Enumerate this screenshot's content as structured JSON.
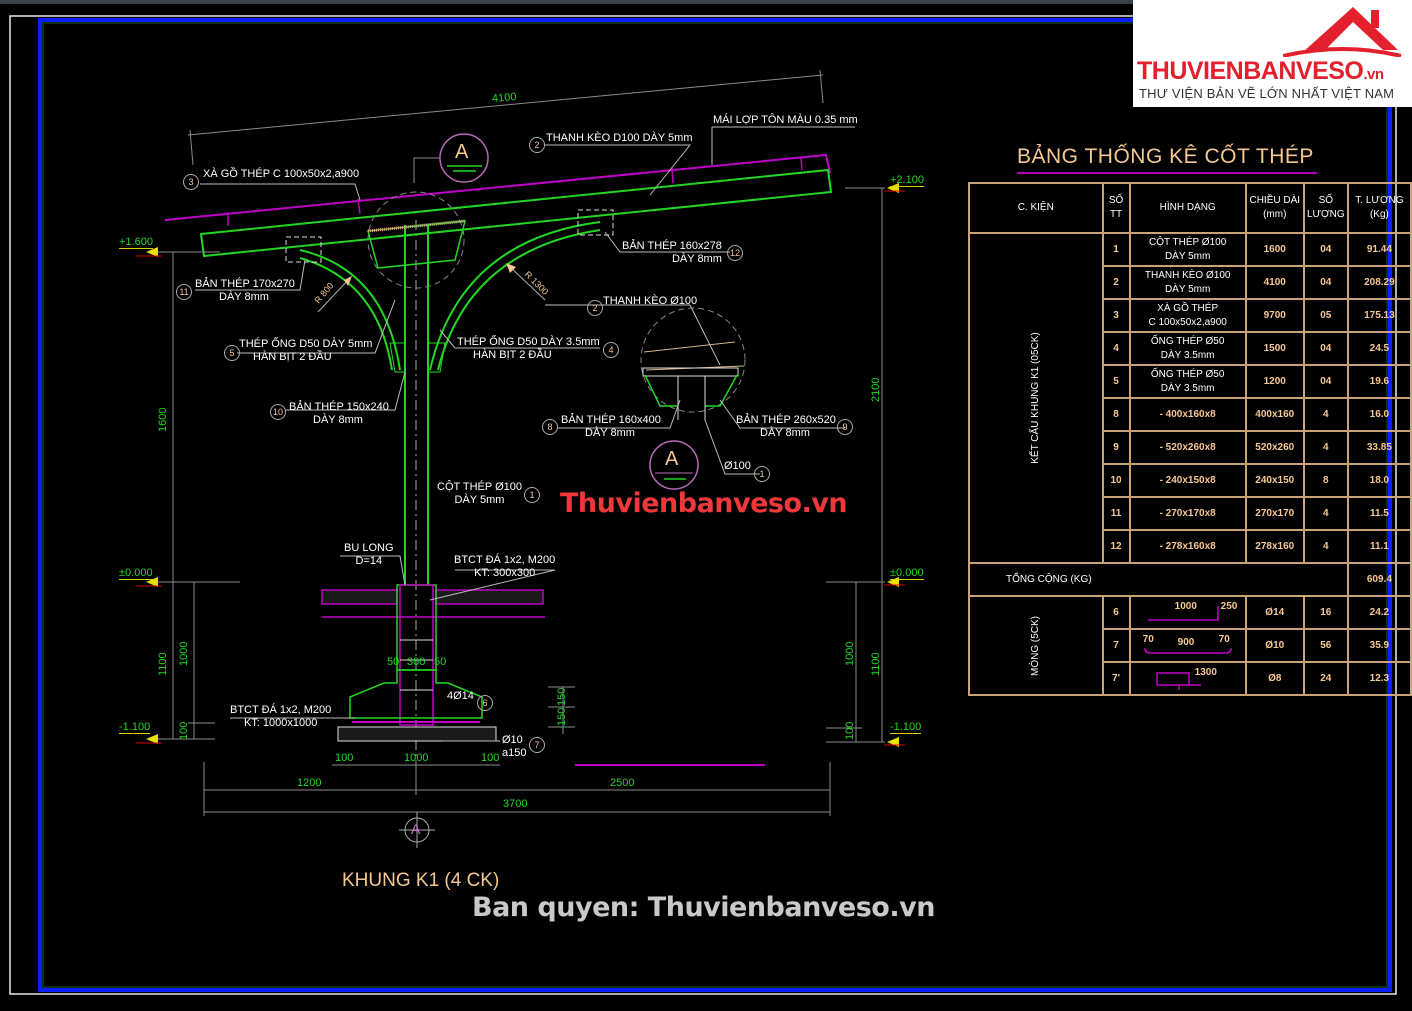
{
  "logo": {
    "brand": "THUVIENBANVESO",
    "brand_suffix": ".vn",
    "tagline": "THƯ VIỆN BẢN VẼ LỚN NHẤT VIỆT NAM",
    "brand_color": "#e5202e"
  },
  "colors": {
    "background": "#000000",
    "frame_blue": "#0a1eff",
    "structure_green": "#22d622",
    "roof_magenta": "#c000c8",
    "leader_white": "#ffffff",
    "dimension_gray": "#8a8a8a",
    "table_border": "#c9a27a",
    "title_orange": "#f6c892"
  },
  "drawing": {
    "title": "KHUNG K1 (4 CK)",
    "section_marker": "A",
    "dimensions": {
      "top_span": "4100",
      "left_height": "1600",
      "right_height": "2100",
      "foundation_depth_left": "1100",
      "foundation_depth_left_inner": "1000",
      "foundation_pad_left": "100",
      "foundation_depth_right": "1100",
      "foundation_depth_right_inner": "1000",
      "foundation_pad_right": "100",
      "bottom_left": "1200",
      "bottom_right": "2500",
      "bottom_total": "3700",
      "footing_width": "1000",
      "footing_edge_left": "100",
      "footing_edge_right": "100",
      "pedestal_left": "50",
      "pedestal_center": "300",
      "pedestal_right": "50",
      "footing_h1": "150",
      "footing_h2": "150",
      "radius_left": "R 800",
      "radius_right": "R 1300"
    },
    "levels": {
      "top_right": "+2.100",
      "top_left": "+1.600",
      "ground_left": "±0.000",
      "ground_right": "±0.000",
      "base_left": "-1.100",
      "base_right": "-1.100"
    },
    "callouts": [
      {
        "no": "3",
        "text": "XÀ GỒ THÉP C 100x50x2,a900"
      },
      {
        "no": "2",
        "text": "THANH KÈO D100 DÀY 5mm"
      },
      {
        "no": "",
        "text": "MÁI LỢP TÔN MÀU 0.35 mm"
      },
      {
        "no": "12",
        "line1": "BẢN THÉP 160x278",
        "line2": "DÀY 8mm"
      },
      {
        "no": "11",
        "line1": "BẢN THÉP 170x270",
        "line2": "DÀY 8mm"
      },
      {
        "no": "5",
        "line1": "THÉP ỐNG D50 DÀY 5mm",
        "line2": "HÀN BỊT 2 ĐẦU"
      },
      {
        "no": "4",
        "line1": "THÉP ỐNG D50 DÀY 3.5mm",
        "line2": "HÀN BỊT 2 ĐẦU"
      },
      {
        "no": "10",
        "line1": "BẢN THÉP 150x240",
        "line2": "DÀY 8mm"
      },
      {
        "no": "2",
        "text": "THANH KÈO Ø100"
      },
      {
        "no": "8",
        "line1": "BẢN THÉP 160x400",
        "line2": "DÀY 8mm"
      },
      {
        "no": "9",
        "line1": "BẢN THÉP 260x520",
        "line2": "DÀY 8mm"
      },
      {
        "no": "1",
        "text": "Ø100"
      },
      {
        "no": "1",
        "line1": "CỘT THÉP Ø100",
        "line2": "DÀY 5mm"
      },
      {
        "no": "",
        "line1": "BU LONG",
        "line2": "D=14"
      },
      {
        "no": "",
        "line1": "BTCT ĐÁ 1x2, M200",
        "line2": "KT: 300x300"
      },
      {
        "no": "",
        "line1": "BTCT ĐÁ 1x2, M200",
        "line2": "KT: 1000x1000"
      },
      {
        "no": "6",
        "text": "4Ø14"
      },
      {
        "no": "7",
        "line1": "Ø10",
        "line2": "a150"
      }
    ]
  },
  "watermarks": {
    "center": "Thuvienbanveso.vn",
    "bottom": "Ban quyen: Thuvienbanveso.vn"
  },
  "table": {
    "title": "BẢNG THỐNG KÊ CỐT THÉP",
    "headers": [
      "C. KIỆN",
      "SỐ TT",
      "HÌNH DẠNG",
      "CHIỀU DÀI (mm)",
      "SỐ LƯỢNG",
      "T. LƯỢNG (Kg)"
    ],
    "header_lines": {
      "c_kien": "C. KIỆN",
      "so": "SỐ",
      "tt": "TT",
      "hinh_dang": "HÌNH DẠNG",
      "chieu_dai": "CHIỀU DÀI",
      "mm": "(mm)",
      "so_luong_1": "SỐ",
      "so_luong_2": "LƯỢNG",
      "t_luong": "T. LƯỢNG",
      "kg": "(Kg)"
    },
    "group1": "KẾT CẤU KHUNG K1 (05CK)",
    "group2": "MÓNG (5CK)",
    "rows1": [
      {
        "tt": "1",
        "shape1": "CỘT THÉP Ø100",
        "shape2": "DÀY 5mm",
        "length": "1600",
        "qty": "04",
        "weight": "91.44"
      },
      {
        "tt": "2",
        "shape1": "THANH KÈO Ø100",
        "shape2": "DÀY 5mm",
        "length": "4100",
        "qty": "04",
        "weight": "208.29"
      },
      {
        "tt": "3",
        "shape1": "XÀ GỒ THÉP",
        "shape2": "C 100x50x2,a900",
        "length": "9700",
        "qty": "05",
        "weight": "175.13"
      },
      {
        "tt": "4",
        "shape1": "ỐNG THÉP Ø50",
        "shape2": "DÀY 3.5mm",
        "length": "1500",
        "qty": "04",
        "weight": "24.5"
      },
      {
        "tt": "5",
        "shape1": "ỐNG THÉP Ø50",
        "shape2": "DÀY 3.5mm",
        "length": "1200",
        "qty": "04",
        "weight": "19.6"
      },
      {
        "tt": "8",
        "shape1": "- 400x160x8",
        "shape2": "",
        "length": "400x160",
        "qty": "4",
        "weight": "16.0"
      },
      {
        "tt": "9",
        "shape1": "- 520x260x8",
        "shape2": "",
        "length": "520x260",
        "qty": "4",
        "weight": "33.85"
      },
      {
        "tt": "10",
        "shape1": "- 240x150x8",
        "shape2": "",
        "length": "240x150",
        "qty": "8",
        "weight": "18.0"
      },
      {
        "tt": "11",
        "shape1": "- 270x170x8",
        "shape2": "",
        "length": "270x170",
        "qty": "4",
        "weight": "11.5"
      },
      {
        "tt": "12",
        "shape1": "- 278x160x8",
        "shape2": "",
        "length": "278x160",
        "qty": "4",
        "weight": "11.1"
      }
    ],
    "total_label": "TỔNG CỘNG (KG)",
    "total_value": "609.4",
    "rows2": [
      {
        "tt": "6",
        "dims": [
          "1000",
          "250"
        ],
        "length": "Ø14",
        "qty": "16",
        "weight": "24.2"
      },
      {
        "tt": "7",
        "dims": [
          "70",
          "900",
          "70"
        ],
        "length": "Ø10",
        "qty": "56",
        "weight": "35.9"
      },
      {
        "tt": "7'",
        "dims": [
          "1300"
        ],
        "length": "Ø8",
        "qty": "24",
        "weight": "12.3"
      }
    ]
  }
}
